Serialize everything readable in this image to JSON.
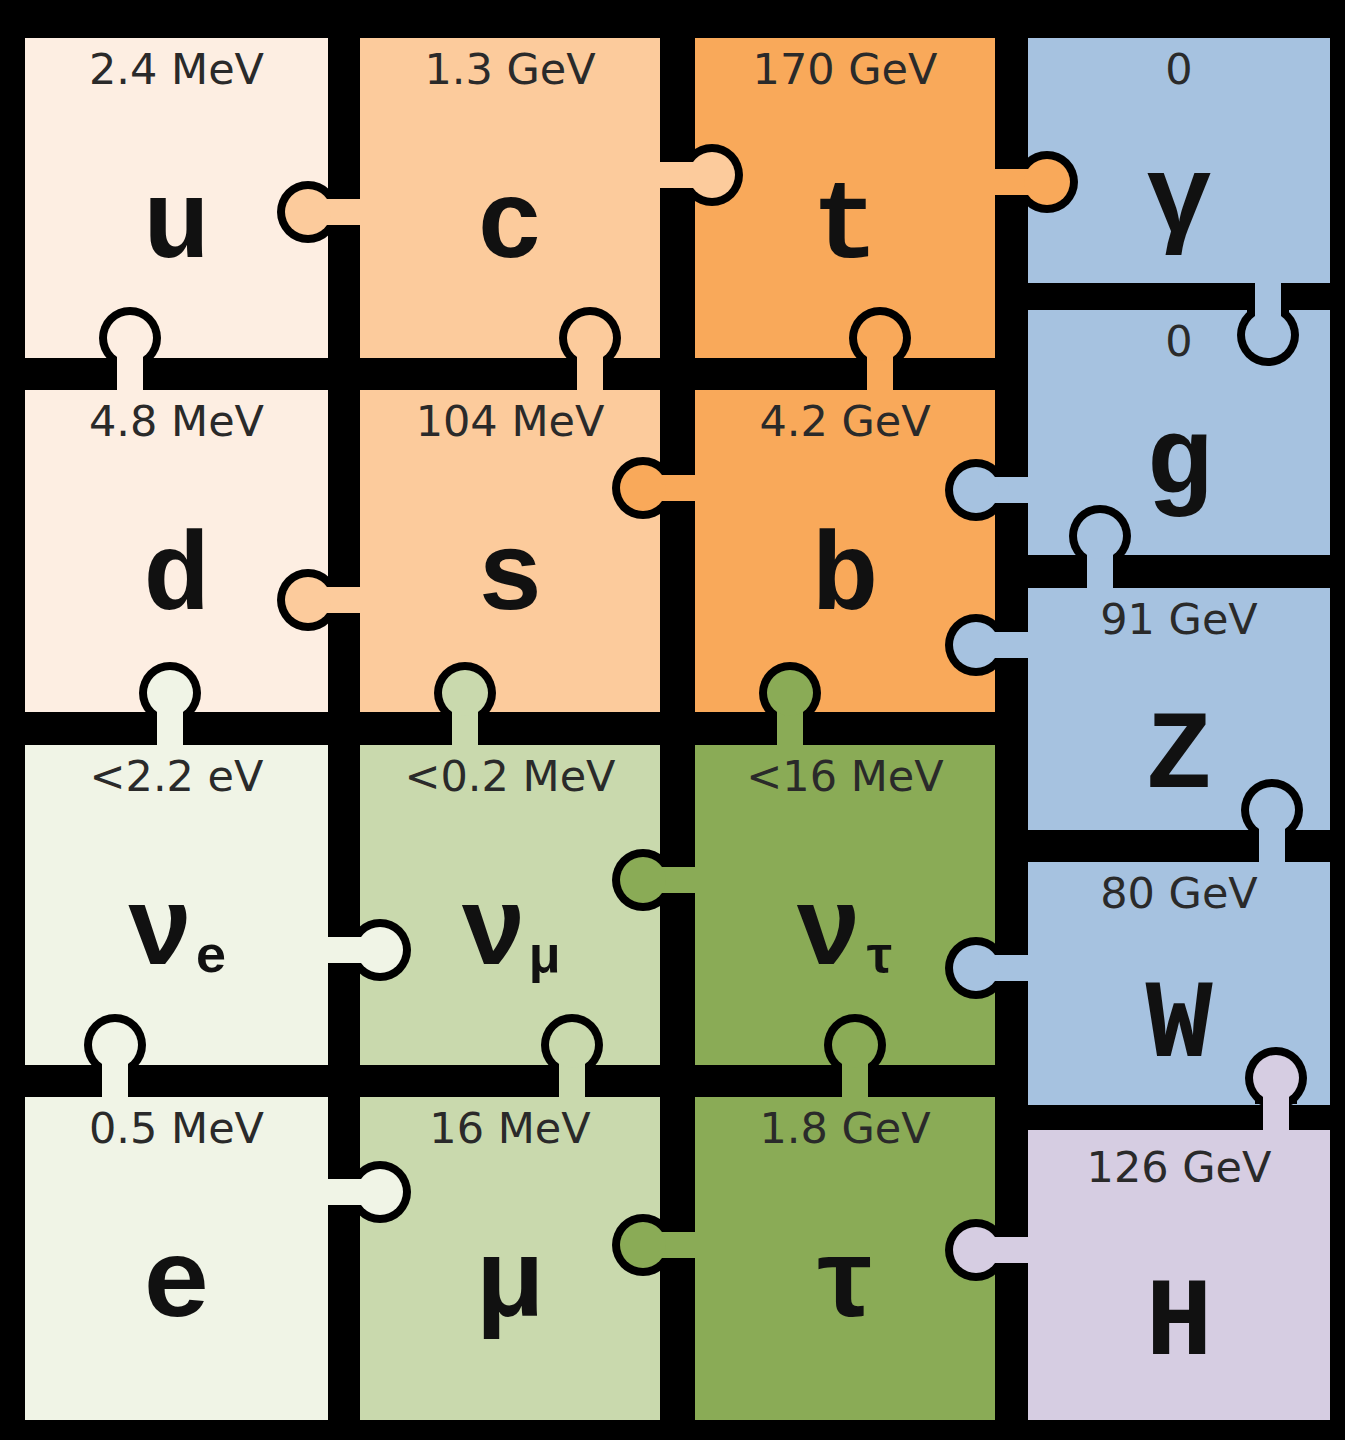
{
  "diagram": {
    "nodes": [
      {
        "text": [
          "2.4 MeV",
          "u"
        ]
      },
      {
        "text": [
          "1.3 GeV",
          "c"
        ]
      },
      {
        "text": [
          "170 GeV",
          "t"
        ]
      },
      {
        "text": [
          "0",
          "γ"
        ]
      },
      {
        "text": [
          "4.8 MeV",
          "d"
        ]
      },
      {
        "text": [
          "104 MeV",
          "s"
        ]
      },
      {
        "text": [
          "4.2 GeV",
          "b"
        ]
      },
      {
        "text": [
          "0",
          "g"
        ]
      },
      {
        "text": [
          "91 GeV",
          "Z"
        ]
      },
      {
        "text": [
          "<2.2 eV",
          "ν",
          "e"
        ]
      },
      {
        "text": [
          "<0.2 MeV",
          "ν",
          "μ"
        ]
      },
      {
        "text": [
          "<16 MeV",
          "ν",
          "τ"
        ]
      },
      {
        "text": [
          "80 GeV",
          "W"
        ]
      },
      {
        "text": [
          "0.5 MeV",
          "e"
        ]
      },
      {
        "text": [
          "16 MeV",
          "μ"
        ]
      },
      {
        "text": [
          "1.8 GeV",
          "τ"
        ]
      },
      {
        "text": [
          "126 GeV",
          "H"
        ]
      }
    ]
  }
}
